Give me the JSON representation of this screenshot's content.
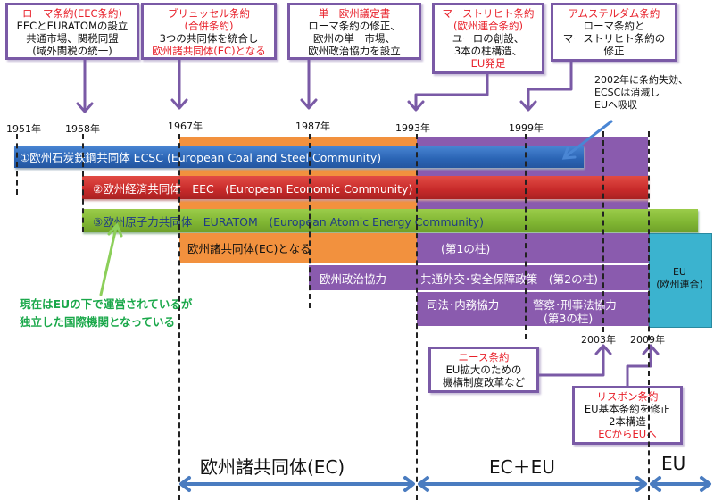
{
  "callouts": {
    "rome": {
      "title": "ローマ条約(EEC条約)",
      "lines": [
        "EECとEURATOMの設立",
        "共通市場、関税同盟",
        "(域外関税の統一)"
      ]
    },
    "brussels": {
      "title1": "ブリュッセル条約",
      "title2": "(合併条約)",
      "line1": "3つの共同体を統合し",
      "line2_red": "欧州諸共同体(EC)となる"
    },
    "sea": {
      "title": "単一欧州議定書",
      "lines": [
        "ローマ条約の修正、",
        "欧州の単一市場、",
        "欧州政治協力を設立"
      ]
    },
    "maastricht": {
      "title1": "マーストリヒト条約",
      "title2": "(欧州連合条約)",
      "lines": [
        "ユーロの創設、",
        "3本の柱構造、"
      ],
      "line_red": "EU発足"
    },
    "amsterdam": {
      "title": "アムステルダム条約",
      "lines": [
        "ローマ条約と",
        "マーストリヒト条約の",
        "修正"
      ]
    },
    "nice": {
      "title": "ニース条約",
      "lines": [
        "EU拡大のための",
        "機構制度改革など"
      ]
    },
    "lisbon": {
      "title": "リスボン条約",
      "lines": [
        "EU基本条約を修正",
        "2本構造"
      ],
      "line_red": "ECからEUへ"
    }
  },
  "years": {
    "y1951": "1951年",
    "y1958": "1958年",
    "y1967": "1967年",
    "y1987": "1987年",
    "y1993": "1993年",
    "y1999": "1999年",
    "y2003": "2003年",
    "y2009": "2009年"
  },
  "bars": {
    "ecsc": "①欧州石炭鉄鋼共同体 ECSC (European Coal and Steel Community)",
    "eec": "②欧州経済共同体　EEC　(European Economic Community)",
    "euratom": "③欧州原子力共同体　EURATOM　(European Atomic Energy Community)",
    "ec_becomes": "欧州諸共同体(EC)となる",
    "pillar1": "(第1の柱)",
    "epc": "欧州政治協力",
    "cfsp": "共通外交･安全保障政策　(第2の柱)",
    "jha": "司法･内務協力",
    "pjcc1": "警察･刑事法協力",
    "pjcc2": "(第3の柱)",
    "eu1": "EU",
    "eu2": "(欧州連合)"
  },
  "notes": {
    "ecsc_expire": [
      "2002年に条約失効、",
      "ECSCは消滅し",
      "EUへ吸収"
    ],
    "euratom_note": [
      "現在はEUの下で運営されているが",
      "独立した国際機関となっている"
    ]
  },
  "periods": {
    "ec": "欧州諸共同体(EC)",
    "ec_eu": "EC＋EU",
    "eu": "EU"
  },
  "colors": {
    "ecsc": "#2a64b4",
    "eec": "#c72a2a",
    "euratom": "#7fb532",
    "ec": "#f2913e",
    "eu_pillars": "#8a5bae",
    "eu": "#3bb3cf",
    "callout_border": "#7a5aa6",
    "highlight_red": "#e8202a",
    "note_green": "#1aa84a",
    "period_arrow": "#4a7cc0"
  }
}
